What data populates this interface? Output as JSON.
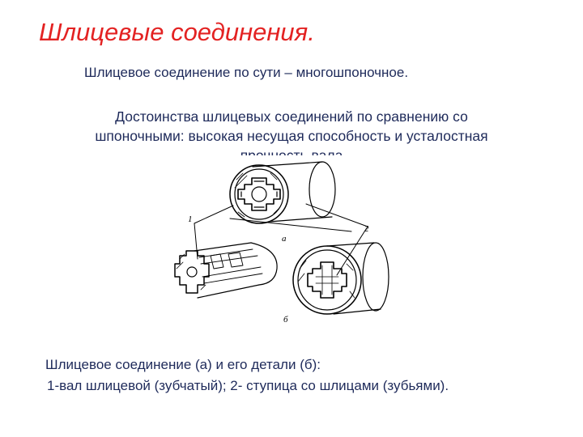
{
  "slide": {
    "title": "Шлицевые соединения.",
    "subtitle": "Шлицевое соединение по сути – многошпоночное.",
    "advantages": {
      "line1": "Достоинства шлицевых соединений по сравнению со",
      "line2": "шпоночными: высокая несущая способность и усталостная",
      "line3": "прочность вала"
    },
    "figure": {
      "label_1": "1",
      "label_2": "2",
      "label_a": "а",
      "label_b": "б"
    },
    "caption": {
      "line1": "Шлицевое соединение (а) и его детали (б):",
      "line2": "1-вал шлицевой (зубчатый); 2- ступица со шлицами (зубьями)."
    },
    "colors": {
      "title": "#e32222",
      "text": "#1e2a5a"
    }
  }
}
